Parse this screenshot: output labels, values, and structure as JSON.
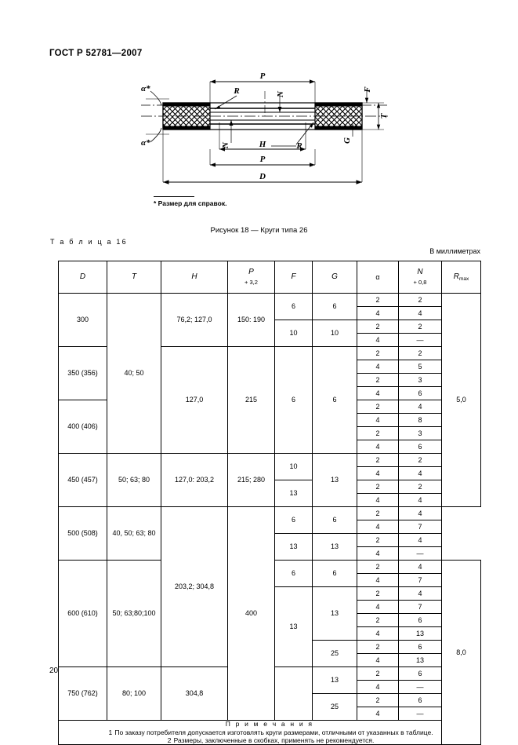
{
  "document": {
    "standard_header": "ГОСТ Р 52781—2007",
    "page_number": "20"
  },
  "figure": {
    "footnote": "* Размер для справок.",
    "caption": "Рисунок 18 — Круги типа 26",
    "labels": {
      "p_top": "P",
      "p_bottom": "P",
      "d": "D",
      "h": "H",
      "n_top": "N",
      "n_bottom": "N",
      "r_left": "R",
      "r_right": "R",
      "f": "F",
      "t": "T",
      "g": "G",
      "alpha_top": "α*",
      "alpha_bottom": "α*"
    }
  },
  "table": {
    "label": "Т а б л и ц а 16",
    "units": "В миллиметрах",
    "headers": [
      {
        "symbol": "D",
        "sub": ""
      },
      {
        "symbol": "T",
        "sub": ""
      },
      {
        "symbol": "H",
        "sub": ""
      },
      {
        "symbol": "P",
        "sub": "+ 3,2"
      },
      {
        "symbol": "F",
        "sub": ""
      },
      {
        "symbol": "G",
        "sub": ""
      },
      {
        "symbol": "α",
        "sub": ""
      },
      {
        "symbol": "N",
        "sub": "+ 0,8"
      },
      {
        "symbol": "Rmax",
        "sub": ""
      }
    ],
    "rows": {
      "d": [
        "300",
        "350 (356)",
        "400 (406)",
        "450 (457)",
        "500 (508)",
        "600 (610)",
        "750 (762)"
      ],
      "t": [
        "40; 50",
        "50; 63; 80",
        "40, 50; 63; 80",
        "50; 63;80;100",
        "80; 100"
      ],
      "h": [
        "76,2; 127,0",
        "127,0",
        "127,0: 203,2",
        "203,2; 304,8",
        "304,8"
      ],
      "p": [
        "150: 190",
        "215",
        "215; 280",
        "400"
      ],
      "f": [
        "6",
        "10",
        "6",
        "10",
        "13",
        "6",
        "13",
        "6",
        "13",
        "13",
        "25"
      ],
      "g": [
        "6",
        "10",
        "6",
        "13",
        "6",
        "13",
        "6",
        "13",
        "25",
        "13",
        "25"
      ],
      "alpha": [
        "2",
        "4",
        "2",
        "4",
        "2",
        "4",
        "2",
        "4",
        "2",
        "4",
        "2",
        "4",
        "2",
        "4",
        "2",
        "4",
        "2",
        "4",
        "2",
        "4",
        "2",
        "4",
        "2",
        "4",
        "2",
        "4",
        "2",
        "4",
        "2",
        "4",
        "2",
        "4"
      ],
      "n": [
        "2",
        "4",
        "2",
        "—",
        "2",
        "5",
        "3",
        "6",
        "4",
        "8",
        "3",
        "6",
        "2",
        "4",
        "2",
        "4",
        "4",
        "7",
        "4",
        "—",
        "4",
        "7",
        "4",
        "7",
        "6",
        "13",
        "6",
        "13",
        "6",
        "—"
      ],
      "rmax": [
        "5,0",
        "8,0"
      ]
    },
    "notes": {
      "title": "П р и м е ч а н и я",
      "items": [
        {
          "num": "1",
          "text": "По заказу потребителя допускается изготовлять круги размерами, отличными от указанных в таблице."
        },
        {
          "num": "2",
          "text": "Размеры, заключенные в скобках, применять не рекомендуется."
        }
      ]
    }
  }
}
